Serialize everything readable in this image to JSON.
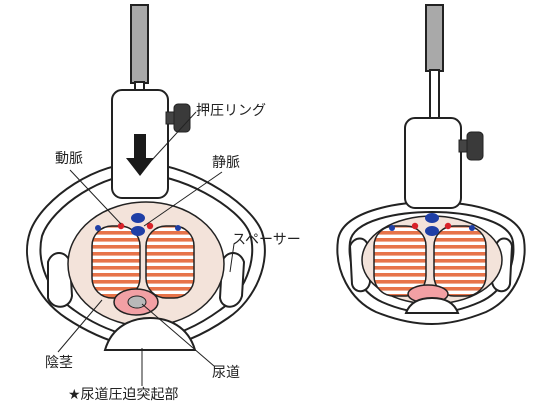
{
  "labels": {
    "compression_ring": "押圧リング",
    "artery": "動脈",
    "vein": "静脈",
    "spacer": "スペーサー",
    "penis": "陰茎",
    "urethra": "尿道",
    "urethral_compression_site": "★尿道圧迫突起部"
  },
  "colors": {
    "outline": "#222222",
    "tissue": "#f3e3da",
    "corpus_stripe": "#e7744a",
    "urethra_pink": "#f2a0a4",
    "urethra_center": "#b9b9b9",
    "vein_blue": "#1f3fa6",
    "artery_red": "#d8232a",
    "device_gray": "#a9a9a9",
    "arrow": "#1a1a1a"
  }
}
